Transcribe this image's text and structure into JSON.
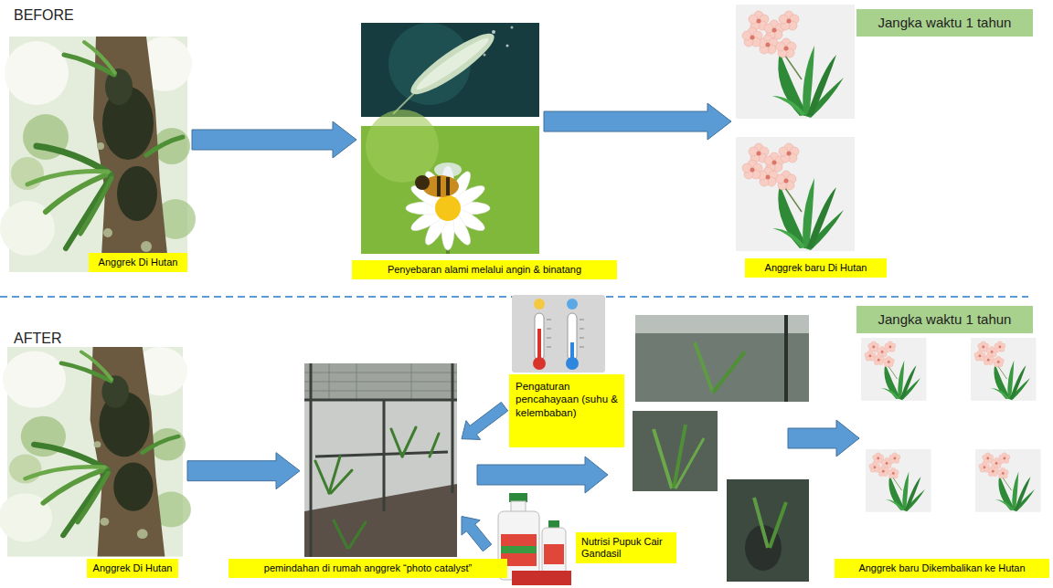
{
  "diagram": {
    "nodes": [
      {
        "text": [
          "Anggrek Di Hutan"
        ]
      },
      {
        "text": [
          "Penyebaran alami melalui angin & binatang"
        ]
      },
      {
        "text": [
          "Anggrek baru Di Hutan"
        ]
      },
      {
        "text": [
          "Jangka waktu 1 tahun"
        ]
      },
      {
        "text": [
          "Anggrek Di Hutan"
        ]
      },
      {
        "text": [
          "pemindahan di rumah anggrek “photo catalyst”"
        ]
      },
      {
        "text": [
          "Pengaturan pencahayaan (suhu & kelembaban)"
        ]
      },
      {
        "text": [
          "Nutrisi Pupuk Cair Gandasil"
        ]
      },
      {
        "text": [
          "Jangka waktu 1 tahun"
        ]
      },
      {
        "text": [
          "Anggrek baru Dikembalikan ke Hutan"
        ]
      }
    ],
    "edges": [
      {
        "from": 0,
        "to": 1,
        "arrow": "to"
      },
      {
        "from": 1,
        "to": 2,
        "arrow": "to"
      },
      {
        "from": 4,
        "to": 5,
        "arrow": "to"
      },
      {
        "from": 6,
        "to": 5,
        "arrow": "to"
      },
      {
        "from": 7,
        "to": 5,
        "arrow": "to"
      }
    ],
    "labels": [
      "BEFORE",
      "AFTER"
    ]
  }
}
